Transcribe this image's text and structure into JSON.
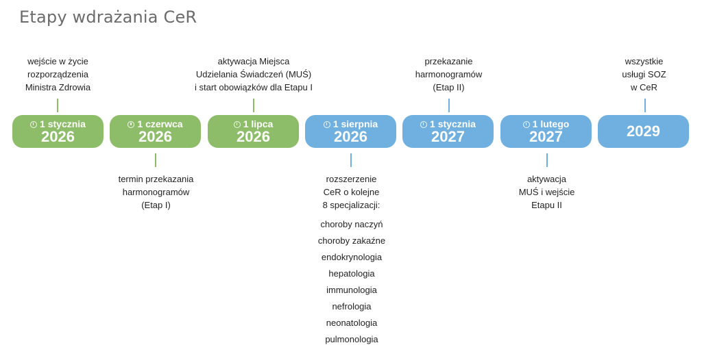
{
  "title": "Etapy wdrażania CeR",
  "colors": {
    "green": "#8dbd69",
    "blue": "#6fb0e0",
    "title": "#6b6b6b"
  },
  "icon": "clock-icon",
  "milestones": [
    {
      "date": "1 stycznia",
      "year": "2026",
      "color": "green",
      "note_above": [
        "wejście w życie",
        "rozporządzenia",
        "Ministra Zdrowia"
      ]
    },
    {
      "date": "1 czerwca",
      "year": "2026",
      "color": "green",
      "note_below": [
        "termin przekazania",
        "harmonogramów",
        "(Etap I)"
      ]
    },
    {
      "date": "1 lipca",
      "year": "2026",
      "color": "green",
      "note_above": [
        "aktywacja Miejsca",
        "Udzielania Świadczeń (MUŚ)",
        "i start obowiązków dla Etapu I"
      ]
    },
    {
      "date": "1 sierpnia",
      "year": "2026",
      "color": "blue",
      "note_below": [
        "rozszerzenie",
        "CeR o kolejne",
        "8 specjalizacji:"
      ]
    },
    {
      "date": "1 stycznia",
      "year": "2027",
      "color": "blue",
      "note_above": [
        "przekazanie",
        "harmonogramów",
        "(Etap II)"
      ]
    },
    {
      "date": "1 lutego",
      "year": "2027",
      "color": "blue",
      "note_below": [
        "aktywacja",
        "MUŚ i wejście",
        "Etapu II"
      ]
    },
    {
      "date": "",
      "year": "2029",
      "color": "blue",
      "note_above": [
        "wszystkie",
        "usługi SOZ",
        "w CeR"
      ]
    }
  ],
  "specializations": [
    "choroby naczyń",
    "choroby zakaźne",
    "endokrynologia",
    "hepatologia",
    "immunologia",
    "nefrologia",
    "neonatologia",
    "pulmonologia"
  ]
}
